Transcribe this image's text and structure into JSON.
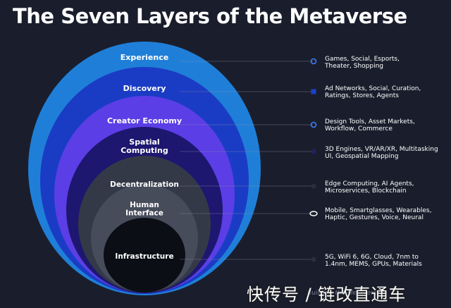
{
  "title": "The Seven Layers of the Metaverse",
  "layers": [
    {
      "name": "Experience",
      "color": "#1f7fd8",
      "lines": [
        "Experience"
      ],
      "description": [
        "Games, Social, Esports,",
        "Theater, Shopping"
      ],
      "marker": "ring"
    },
    {
      "name": "Discovery",
      "color": "#1a3cc4",
      "lines": [
        "Discovery"
      ],
      "description": [
        "Ad Networks, Social, Curation,",
        "Ratings, Stores, Agents"
      ],
      "marker": "square"
    },
    {
      "name": "Creator Economy",
      "color": "#5b3ee6",
      "lines": [
        "Creator Economy"
      ],
      "description": [
        "Design Tools, Asset Markets,",
        "Workflow, Commerce"
      ],
      "marker": "ring"
    },
    {
      "name": "Spatial Computing",
      "color": "#1d1770",
      "lines": [
        "Spatial",
        "Computing"
      ],
      "description": [
        "3D Engines, VR/AR/XR, Multitasking",
        "UI, Geospatial Mapping"
      ],
      "marker": "dot"
    },
    {
      "name": "Decentralization",
      "color": "#343948",
      "lines": [
        "Decentralization"
      ],
      "description": [
        "Edge Computing, AI Agents,",
        "Microservices, Blockchain"
      ],
      "marker": "dot"
    },
    {
      "name": "Human Interface",
      "color": "#474c5b",
      "lines": [
        "Human",
        "Interface"
      ],
      "description": [
        "Mobile, Smartglasses, Wearables,",
        "Haptic, Gestures, Voice, Neural"
      ],
      "marker": "eye"
    },
    {
      "name": "Infrastructure",
      "color": "#0c0e16",
      "lines": [
        "Infrastructure"
      ],
      "description": [
        "5G, WiFi 6, 6G, Cloud, 7nm to",
        "1.4nm, MEMS, GPUs, Materials"
      ],
      "marker": "dot"
    }
  ],
  "footer": "Building the Metaverse",
  "watermark": "快传号 / 链改直通车"
}
